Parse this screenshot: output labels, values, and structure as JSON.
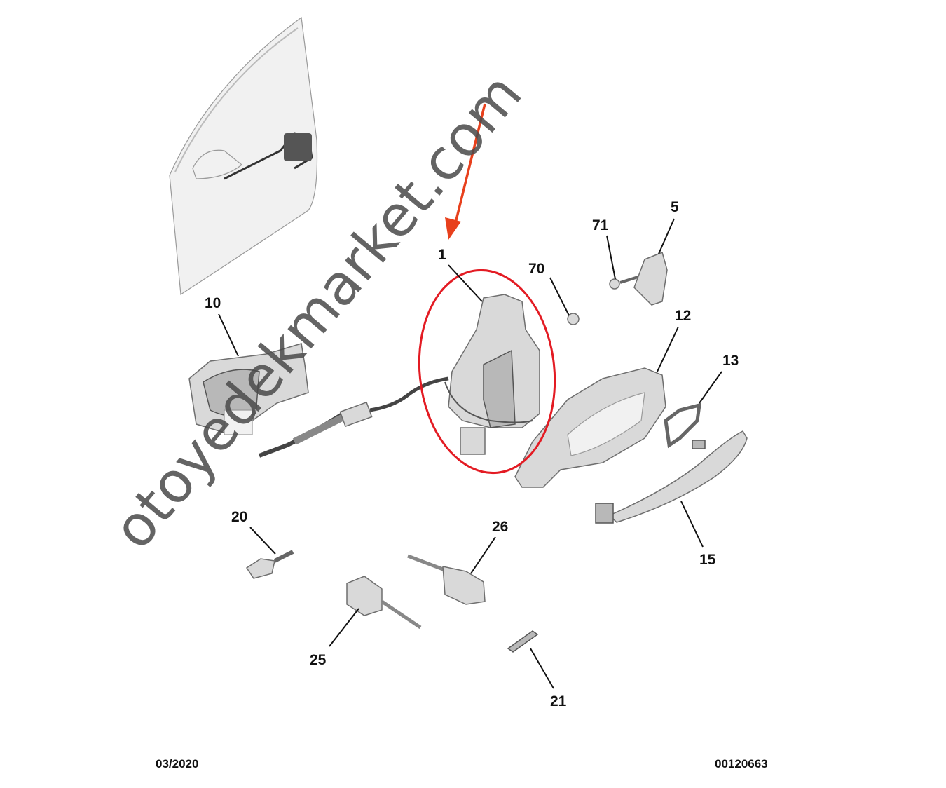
{
  "diagram": {
    "callouts": [
      {
        "id": "1",
        "label": "1"
      },
      {
        "id": "70",
        "label": "70"
      },
      {
        "id": "71",
        "label": "71"
      },
      {
        "id": "5",
        "label": "5"
      },
      {
        "id": "12",
        "label": "12"
      },
      {
        "id": "13",
        "label": "13"
      },
      {
        "id": "15",
        "label": "15"
      },
      {
        "id": "10",
        "label": "10"
      },
      {
        "id": "20",
        "label": "20"
      },
      {
        "id": "26",
        "label": "26"
      },
      {
        "id": "25",
        "label": "25"
      },
      {
        "id": "21",
        "label": "21"
      }
    ],
    "highlight": {
      "part": "1",
      "color": "#e31b23",
      "arrow_color": "#e8401c"
    }
  },
  "watermark": "otoyedekmarket.com",
  "footer": {
    "date": "03/2020",
    "code": "00120663"
  }
}
